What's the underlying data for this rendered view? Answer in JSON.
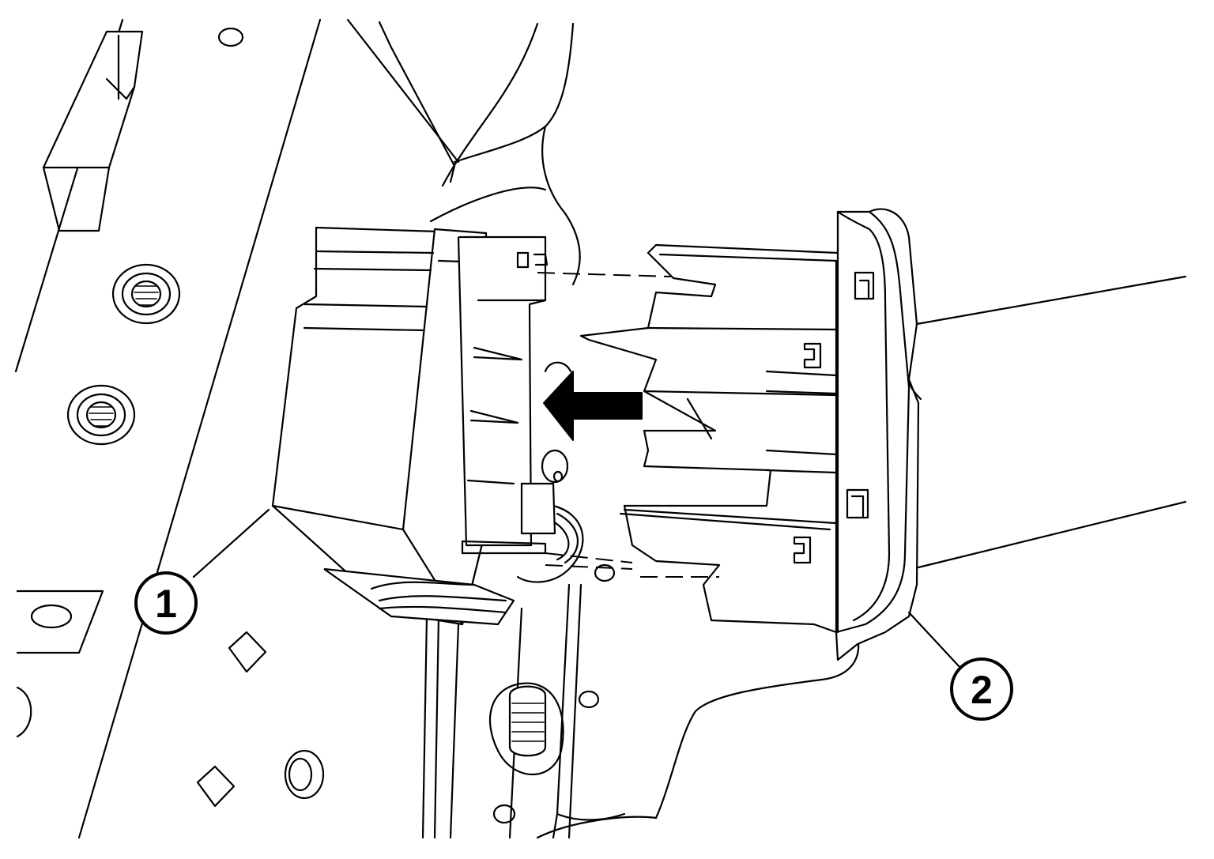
{
  "callouts": [
    {
      "id": "1",
      "label": "1"
    },
    {
      "id": "2",
      "label": "2"
    }
  ],
  "arrow": {
    "direction": "left",
    "color": "#000000"
  },
  "colors": {
    "line": "#000000",
    "background": "#ffffff"
  }
}
